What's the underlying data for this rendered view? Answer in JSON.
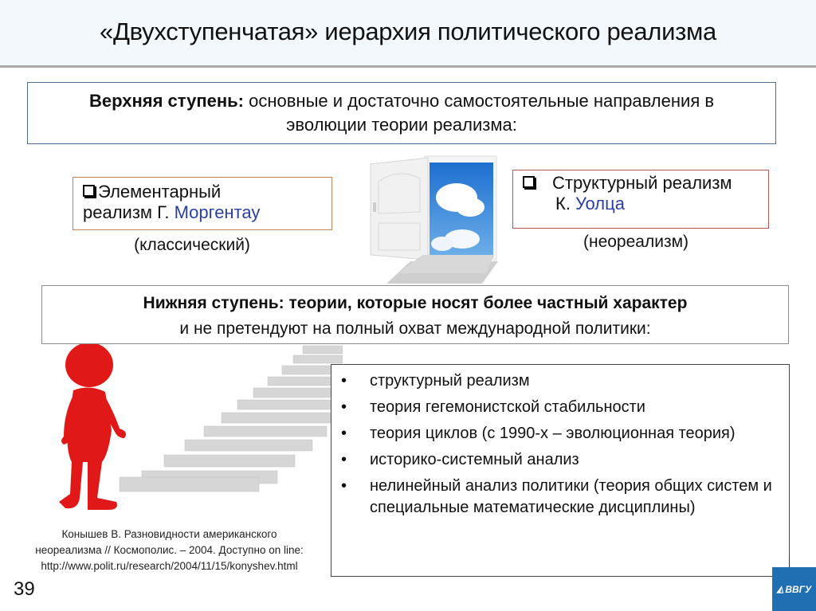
{
  "header": {
    "title": "«Двухступенчатая» иерархия политического реализма"
  },
  "upper": {
    "label": "Верхняя ступень:",
    "text_line1": " основные и достаточно самостоятельные направления в",
    "text_line2": "эволюции теории реализма:"
  },
  "left_card": {
    "line1": "Элементарный",
    "line2_prefix": "реализм Г. ",
    "author": "Моргентау",
    "caption": "(классический)"
  },
  "right_card": {
    "line1": "Структурный реализм",
    "line2_prefix": "К. ",
    "author": "Уолца",
    "caption": "(неореализм)"
  },
  "lower": {
    "line1": "Нижняя ступень: теории, которые носят более частный характер",
    "line2": "и не претендуют на полный охват международной политики:"
  },
  "theories": [
    "структурный реализм",
    "теория гегемонистской стабильности",
    "теория циклов (с 1990-х – эволюционная теория)",
    "историко-системный анализ",
    "нелинейный анализ политики (теория общих систем и специальные математические дисциплины)"
  ],
  "citation": {
    "line1": "Конышев В. Разновидности американского",
    "line2": "неореализма // Космополис. – 2004. Доступно on line:",
    "line3": "http://www.polit.ru/research/2004/11/15/konyshev.html"
  },
  "footer": {
    "page_number": "39",
    "logo_text": "ВВГУ"
  },
  "colors": {
    "header_bg": "#f2f8fc",
    "accent_blue": "#2a3fa0",
    "logo_blue": "#1f6fb2",
    "figure_red": "#e01818"
  }
}
